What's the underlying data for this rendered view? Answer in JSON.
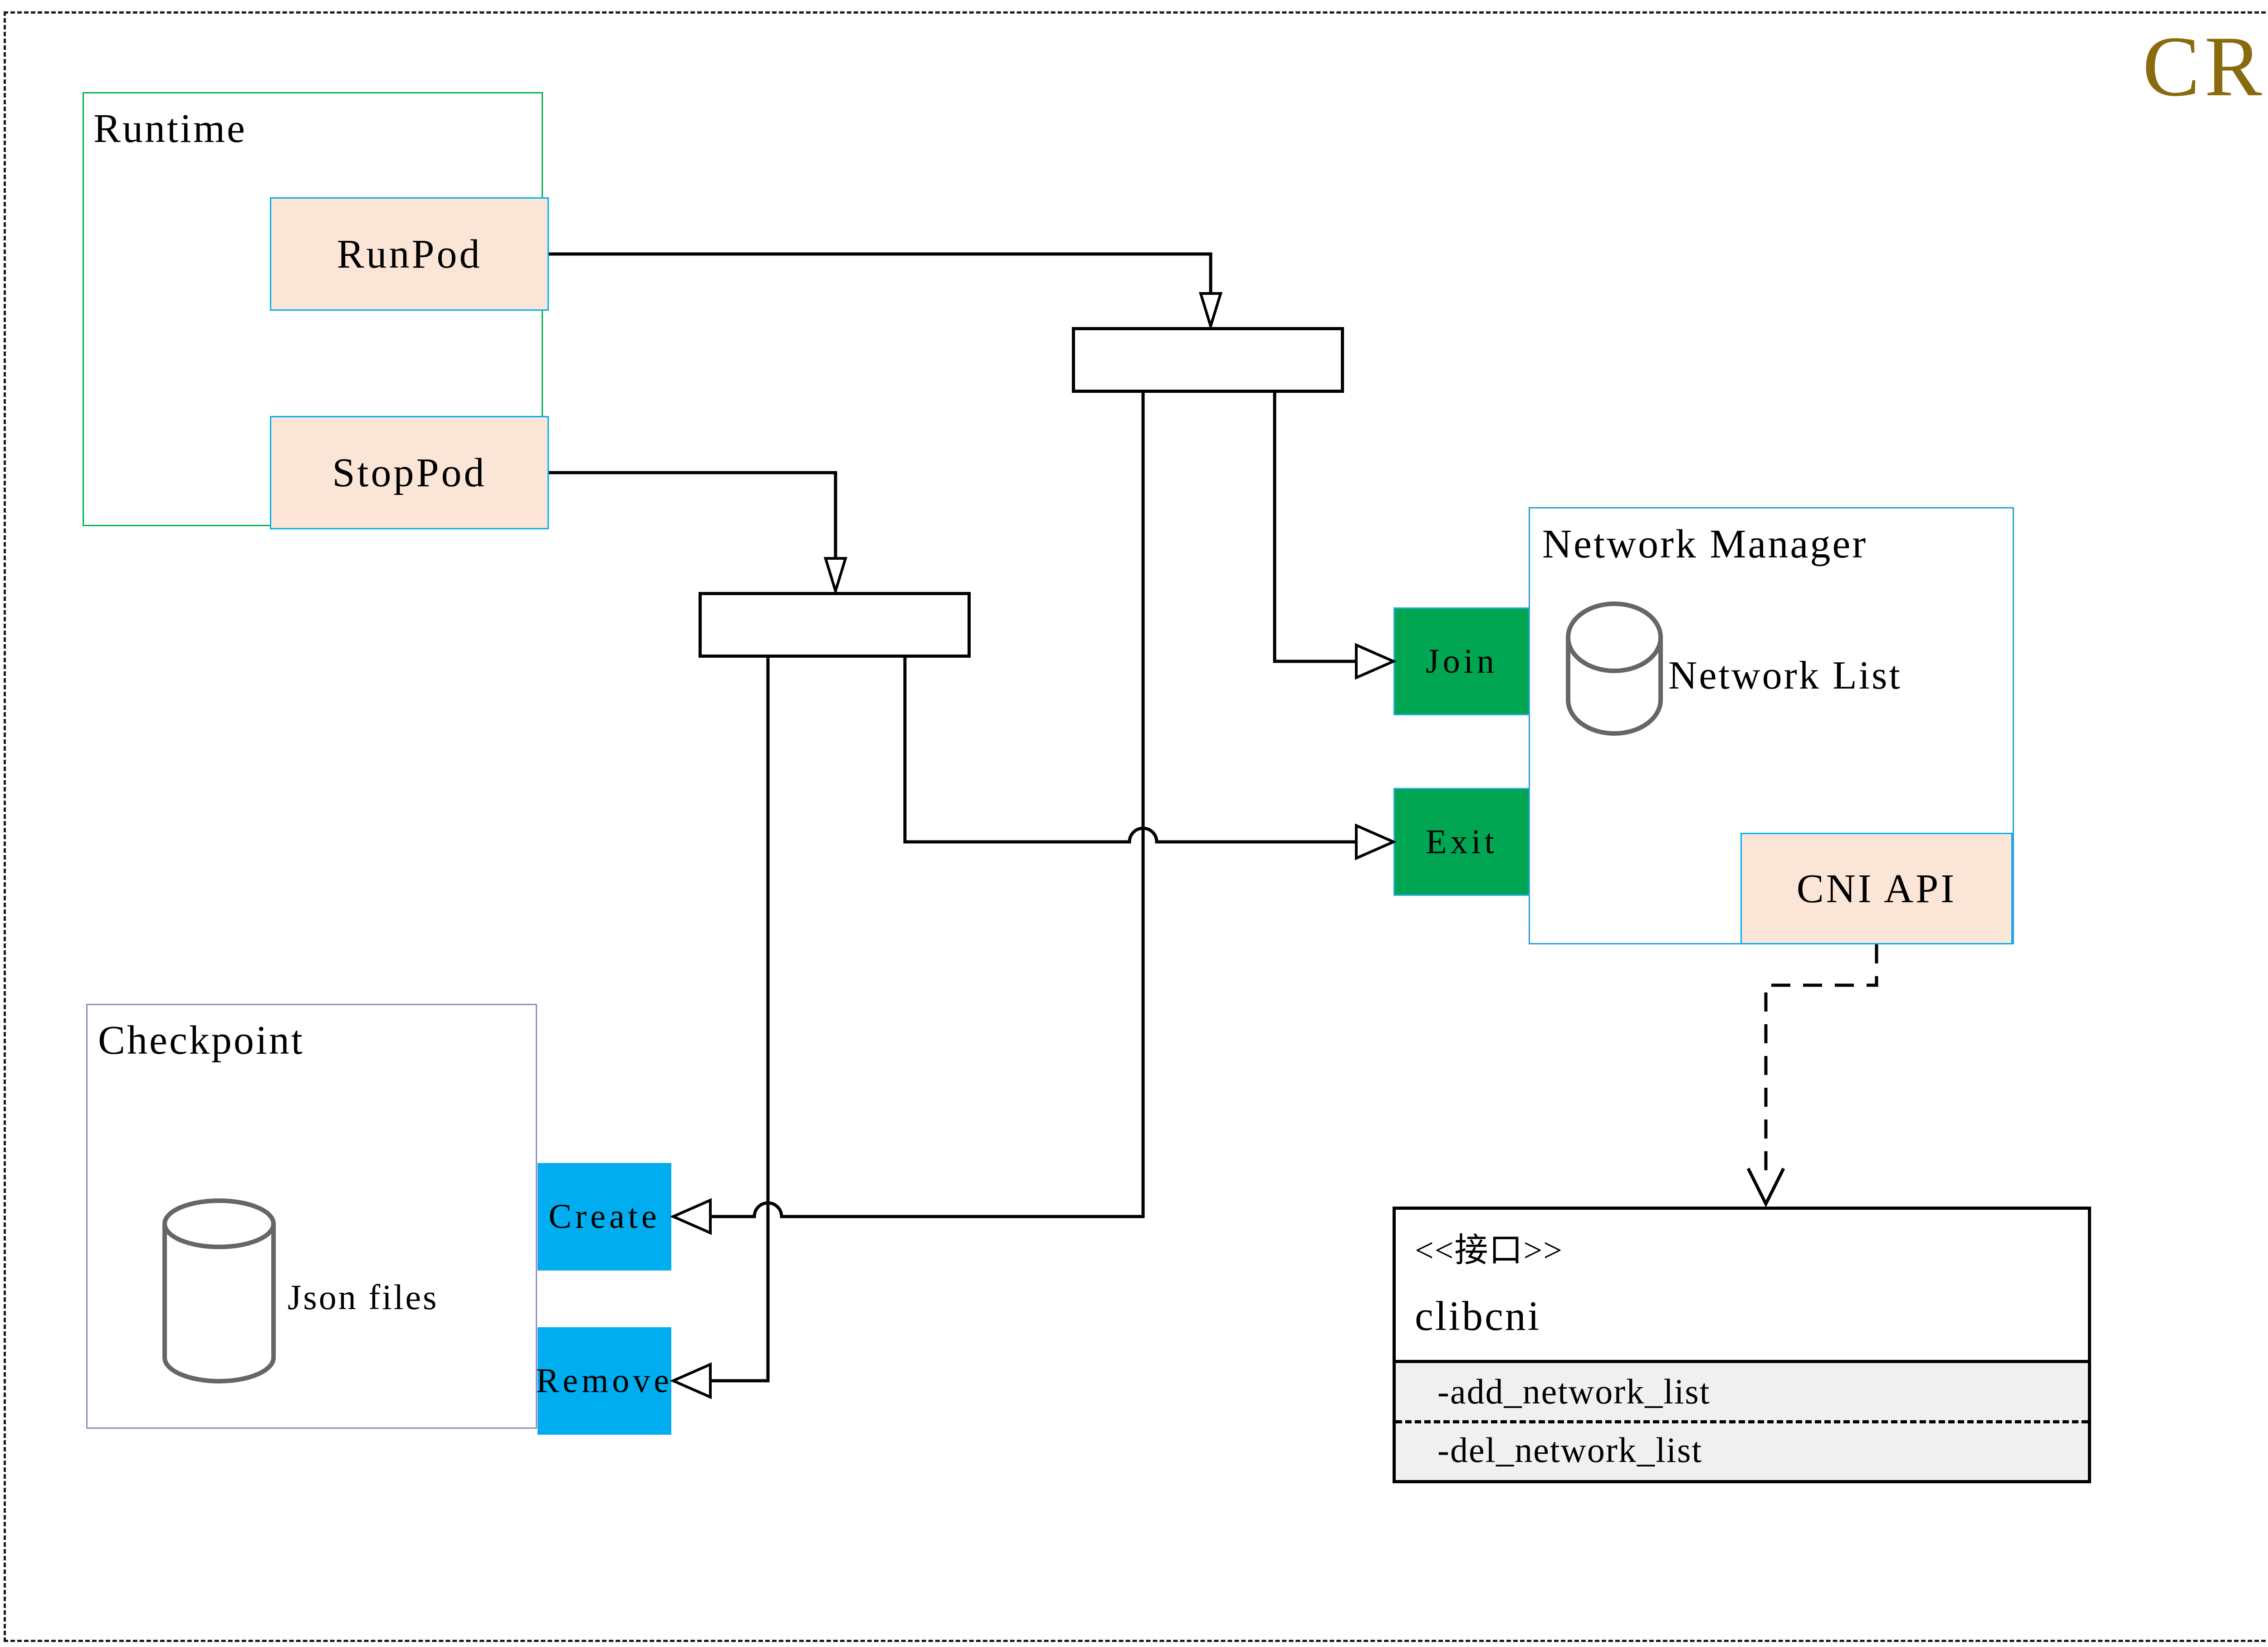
{
  "title": "CRI",
  "colors": {
    "title_gold": "#8A6A0F",
    "runtime_border_green": "#00AE50",
    "checkpoint_border_purple": "#9B86BD",
    "network_manager_border_blue": "#2D9CDB",
    "action_green_fill": "#00A651",
    "action_blue_fill": "#00AEEF",
    "peach_fill": "#FBE5D6",
    "cyan_border": "#00B0F0",
    "uml_section_gray": "#F0F0F0",
    "connector_black": "#000000",
    "cylinder_gray": "#666666"
  },
  "runtime": {
    "label": "Runtime",
    "buttons": [
      {
        "label": "RunPod"
      },
      {
        "label": "StopPod"
      }
    ]
  },
  "network_manager": {
    "label": "Network Manager",
    "store_label": "Network List",
    "buttons": [
      {
        "label": "Join"
      },
      {
        "label": "Exit"
      }
    ],
    "api_label": "CNI API"
  },
  "checkpoint": {
    "label": "Checkpoint",
    "store_label": "Json files",
    "buttons": [
      {
        "label": "Create"
      },
      {
        "label": "Remove"
      }
    ]
  },
  "interface_box": {
    "stereotype": "<<接口>>",
    "name": "clibcni",
    "methods": [
      "-add_network_list",
      "-del_network_list"
    ]
  }
}
